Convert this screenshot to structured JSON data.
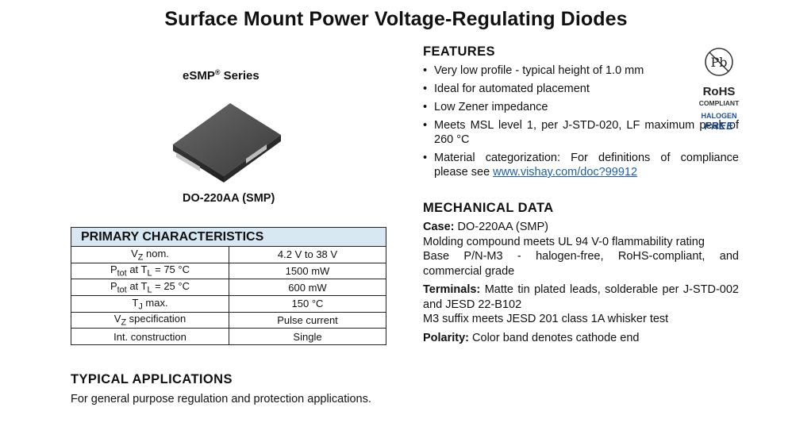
{
  "title": "Surface Mount Power Voltage-Regulating Diodes",
  "series": {
    "name": "eSMP",
    "reg": "®",
    "suffix": " Series"
  },
  "package_label": "DO-220AA (SMP)",
  "primary_characteristics": {
    "header": "PRIMARY CHARACTERISTICS",
    "rows": [
      {
        "p_sym": "V",
        "p_sub": "Z",
        "p_rest": " nom.",
        "value": "4.2 V to 38 V"
      },
      {
        "p_sym": "P",
        "p_sub": "tot",
        "p_rest": " at T",
        "p_sub2": "L",
        "p_rest2": " = 75 °C",
        "value": "1500 mW"
      },
      {
        "p_sym": "P",
        "p_sub": "tot",
        "p_rest": " at T",
        "p_sub2": "L",
        "p_rest2": " = 25 °C",
        "value": "600 mW"
      },
      {
        "p_sym": "T",
        "p_sub": "J",
        "p_rest": " max.",
        "value": "150 °C"
      },
      {
        "p_sym": "V",
        "p_sub": "Z",
        "p_rest": " specification",
        "value": "Pulse current"
      },
      {
        "p_sym": "Int. construction",
        "value": "Single"
      }
    ]
  },
  "typical_applications": {
    "heading": "TYPICAL APPLICATIONS",
    "text": "For general purpose regulation and protection applications."
  },
  "features": {
    "heading": "FEATURES",
    "bullet": "•",
    "items": [
      "Very low profile - typical height of 1.0 mm",
      "Ideal for automated placement",
      "Low Zener impedance",
      "Meets MSL level 1, per J-STD-020, LF maximum peak of 260 °C",
      "Material categorization: For definitions of compliance please see"
    ],
    "link": "www.vishay.com/doc?99912"
  },
  "mechanical_data": {
    "heading": "MECHANICAL DATA",
    "case_label": "Case:",
    "case_value": " DO-220AA (SMP)",
    "case_line2": "Molding compound meets UL 94 V-0 flammability rating",
    "case_line3": "Base P/N-M3 - halogen-free, RoHS-compliant, and commercial grade",
    "terminals_label": "Terminals:",
    "terminals_value": " Matte tin plated leads, solderable per J-STD-002 and JESD 22-B102",
    "terminals_line2": "M3 suffix meets JESD 201 class 1A whisker test",
    "polarity_label": "Polarity:",
    "polarity_value": " Color band denotes cathode end"
  },
  "compliance": {
    "pb": "Pb",
    "rohs": "RoHS",
    "compliant": "COMPLIANT",
    "halogen": "HALOGEN",
    "free": "FREE",
    "colors": {
      "halogen": "#1a4f9c"
    }
  }
}
